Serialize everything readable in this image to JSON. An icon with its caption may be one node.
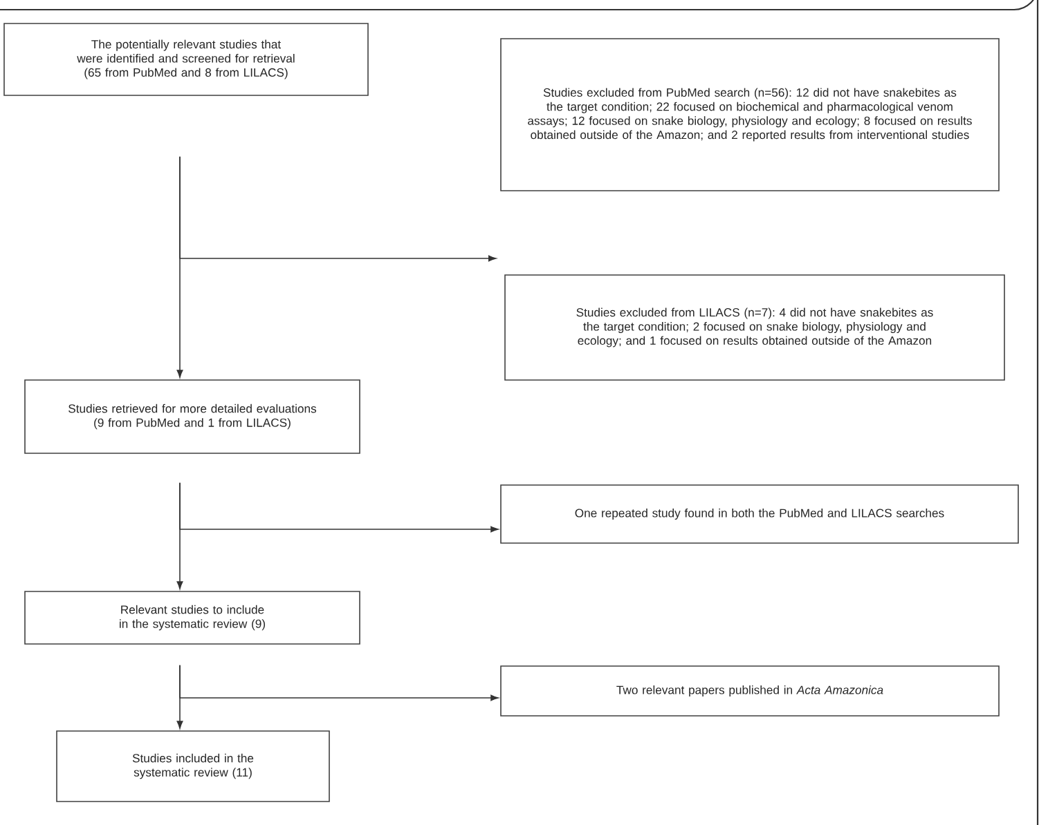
{
  "diagram": {
    "nodes": [
      {
        "text": [
          "The potentially relevant studies that were identified and screened for retrieval (65 from PubMed and 8 from LILACS)"
        ]
      },
      {
        "text": [
          "Studies excluded from PubMed search (n=56): 12 did not have snakebites as the target condition; 22 focused on biochemical and pharmacological venom assays; 12 focused on snake biology, physiology and ecology; 8 focused on results obtained outside of the Amazon; and 2 reported results from interventional studies"
        ]
      },
      {
        "text": [
          "Studies excluded from LILACS (n=7): 4 did not have snakebites as the target condition; 2 focused on snake biology, physiology and ecology; and 1 focused on results obtained outside of the Amazon"
        ]
      },
      {
        "text": [
          "Studies retrieved for more detailed evaluations (9 from PubMed and 1 from LILACS)"
        ]
      },
      {
        "text": [
          "One repeated study found in both the PubMed and LILACS searches"
        ]
      },
      {
        "text": [
          "Relevant studies to include in the systematic review (9)"
        ]
      },
      {
        "text": [
          "Two relevant papers published in *Acta Amazonica*"
        ]
      },
      {
        "text": [
          "Studies included in the systematic review (11)"
        ]
      }
    ],
    "edges": [
      {
        "from": 0,
        "to": 3,
        "arrow": "to"
      },
      {
        "from": 0,
        "to": null,
        "arrow": "to"
      },
      {
        "from": 3,
        "to": 5,
        "arrow": "to"
      },
      {
        "from": 3,
        "to": 4,
        "arrow": "to"
      },
      {
        "from": 5,
        "to": 7,
        "arrow": "to"
      },
      {
        "from": 5,
        "to": 6,
        "arrow": "to"
      }
    ]
  }
}
